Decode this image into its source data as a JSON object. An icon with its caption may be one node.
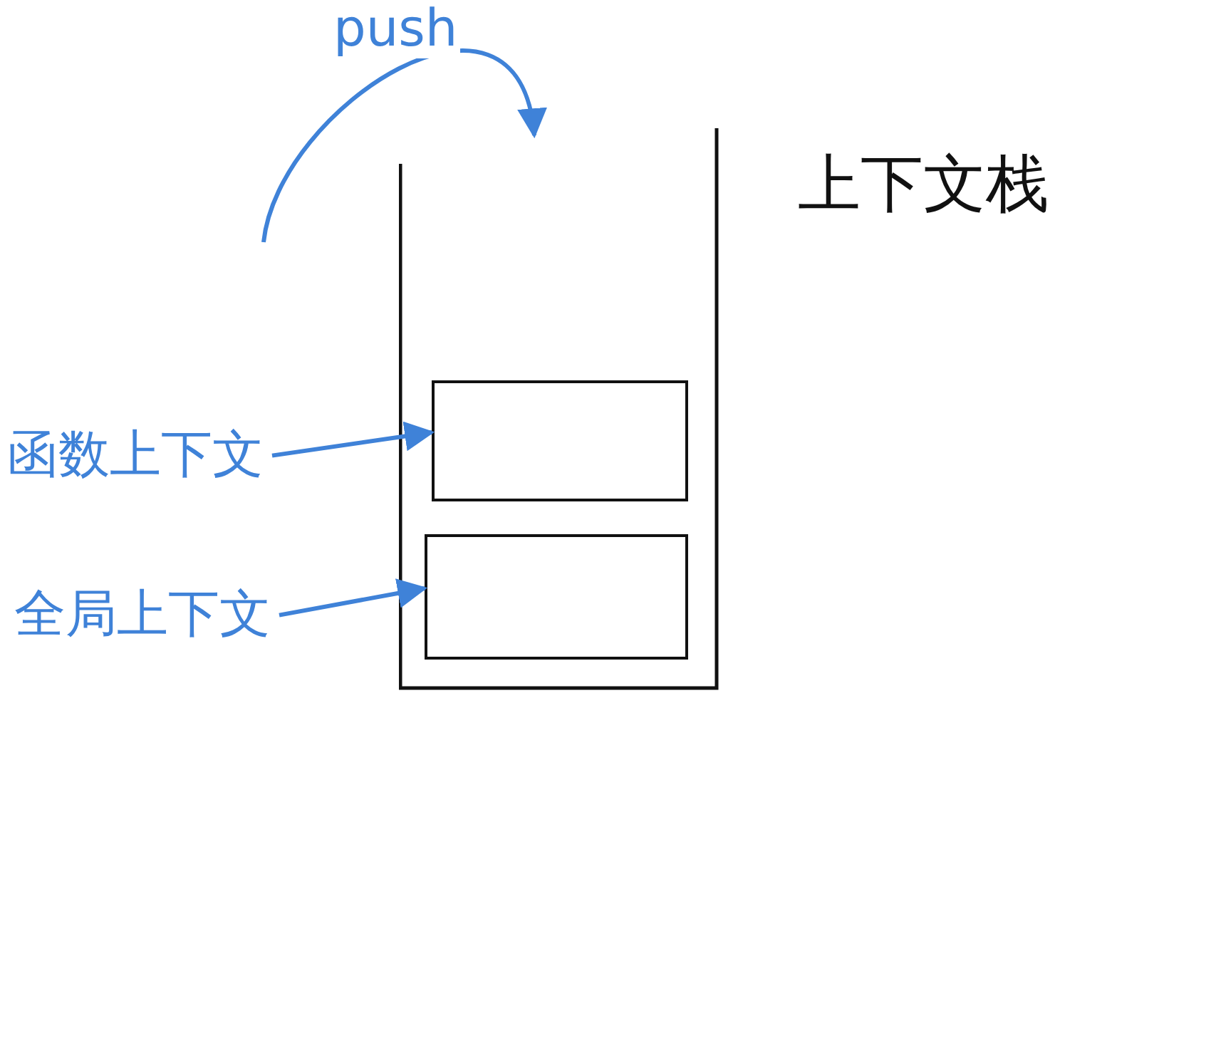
{
  "diagram": {
    "nodes": [
      {
        "text": [
          "上下文栈"
        ]
      },
      {
        "text": [],
        "shape": "box",
        "in": 0
      },
      {
        "text": [],
        "shape": "box",
        "in": 0
      },
      {
        "text": [
          "函数上下文"
        ]
      },
      {
        "text": [
          "全局上下文"
        ]
      }
    ],
    "edges": [
      {
        "from": null,
        "to": 0,
        "arrow": "to",
        "label": "push"
      },
      {
        "from": 3,
        "to": 1,
        "arrow": "to"
      },
      {
        "from": 4,
        "to": 2,
        "arrow": "to"
      }
    ]
  }
}
